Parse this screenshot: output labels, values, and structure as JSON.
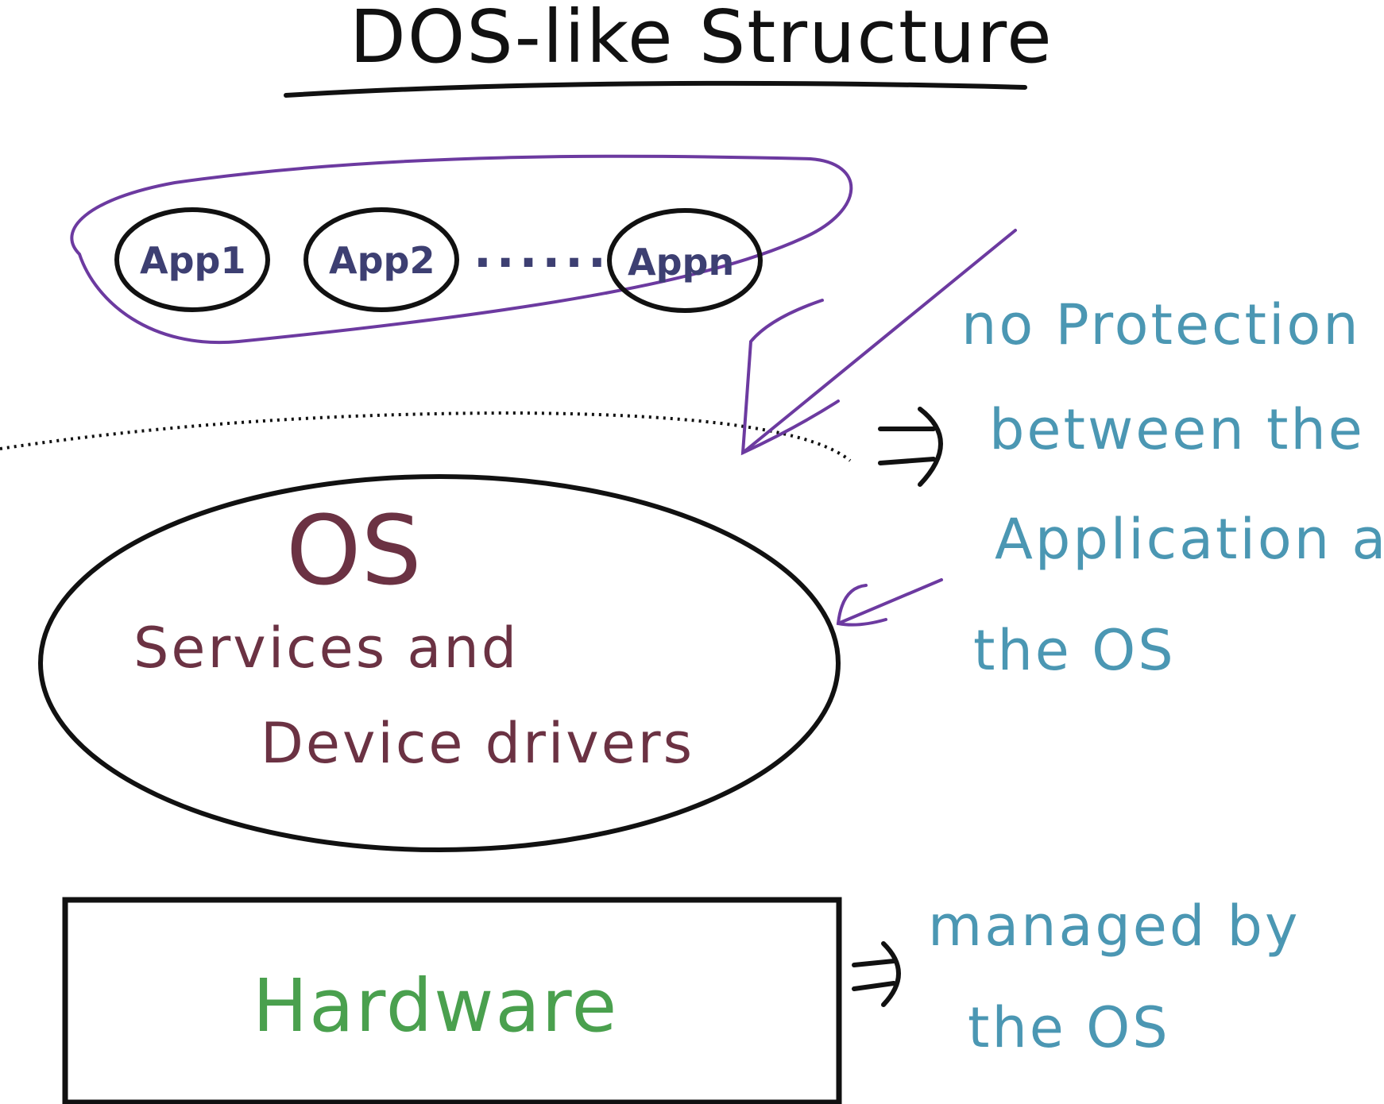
{
  "title": "DOS-like Structure",
  "apps": [
    "App1",
    "App2",
    "Appn"
  ],
  "apps_ellipsis": "......",
  "os": {
    "title": "OS",
    "line1": "Services and",
    "line2": "Device drivers"
  },
  "hardware": {
    "label": "Hardware"
  },
  "notes": {
    "protection": [
      "no Protection",
      "between the",
      "Application and",
      "the OS"
    ],
    "managed": [
      "managed by",
      "the OS"
    ]
  },
  "colors": {
    "ink": "#111111",
    "apps": "#3d3f72",
    "group_outline": "#6c3aa0",
    "os_text": "#6b3243",
    "hardware_text": "#4aa04e",
    "notes_text": "#4b97b3"
  }
}
